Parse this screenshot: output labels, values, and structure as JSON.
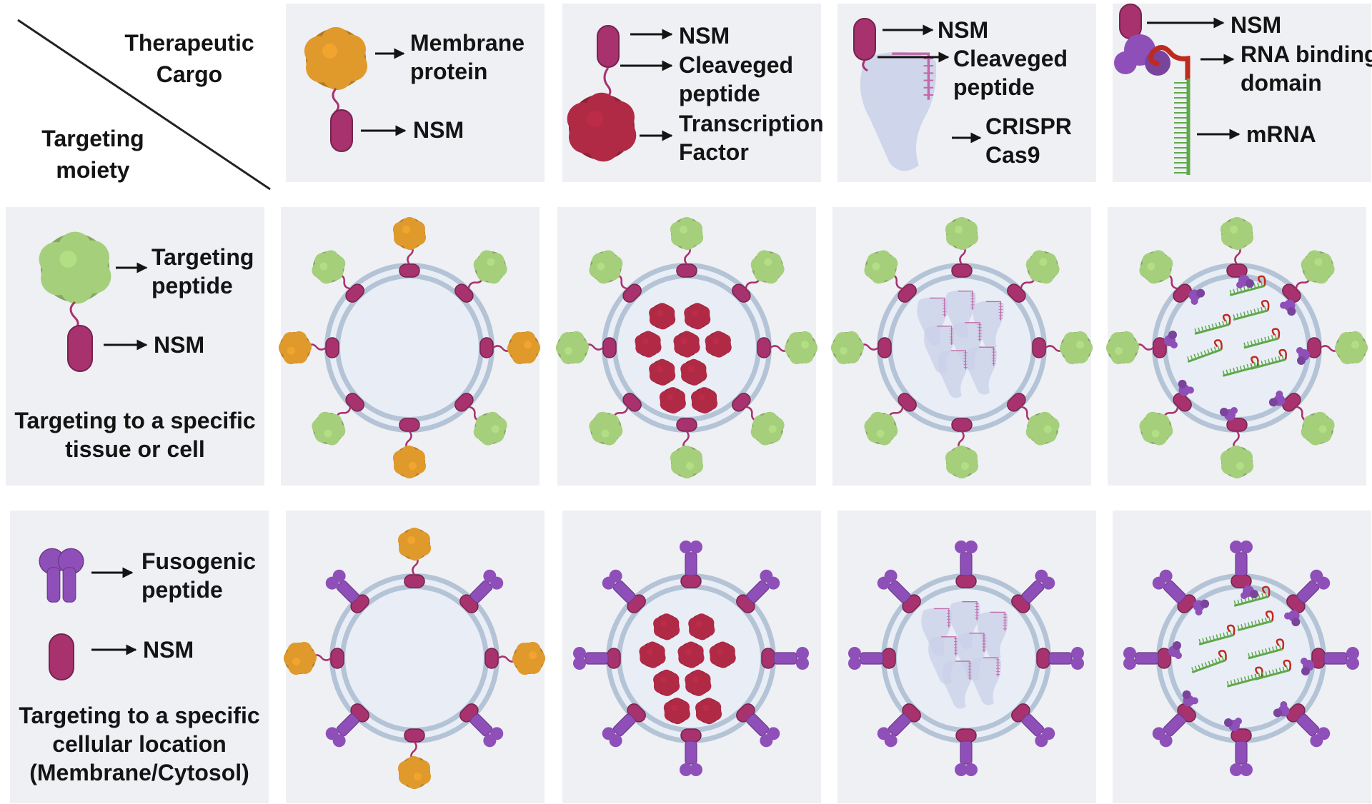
{
  "header": {
    "cargo_line1": "Therapeutic",
    "cargo_line2": "Cargo",
    "targeting_line1": "Targeting",
    "targeting_line2": "moiety"
  },
  "cargo_panels": {
    "membrane": {
      "label1": "Membrane",
      "label2": "protein",
      "nsm": "NSM"
    },
    "tf": {
      "nsm": "NSM",
      "cleaved1": "Cleaveged",
      "cleaved2": "peptide",
      "tf1": "Transcription",
      "tf2": "Factor"
    },
    "crispr": {
      "nsm": "NSM",
      "cleaved1": "Cleaveged",
      "cleaved2": "peptide",
      "cas1": "CRISPR",
      "cas2": "Cas9"
    },
    "mrna": {
      "nsm": "NSM",
      "rbd1": "RNA binding",
      "rbd2": "domain",
      "mrna": "mRNA"
    }
  },
  "rows": {
    "targeting_peptide": {
      "label1": "Targeting",
      "label2": "peptide",
      "nsm": "NSM",
      "desc1": "Targeting to a specific",
      "desc2": "tissue or cell"
    },
    "fusogenic_peptide": {
      "label1": "Fusogenic",
      "label2": "peptide",
      "nsm": "NSM",
      "desc1": "Targeting to a specific",
      "desc2": "cellular location",
      "desc3": "(Membrane/Cytosol)"
    }
  },
  "colors": {
    "panel_bg": "#eef0f4",
    "nsm": "#a8326e",
    "membrane_protein": "#e09a2c",
    "transcription_factor": "#b02a45",
    "targeting_peptide": "#a6cf7c",
    "fusogenic_peptide": "#8f4fb8",
    "cas9": "#c9d0e8",
    "mrna": "#5fa84a",
    "rna_binding": "#c02a1e",
    "vesicle_ring": "#b4c4d6"
  }
}
